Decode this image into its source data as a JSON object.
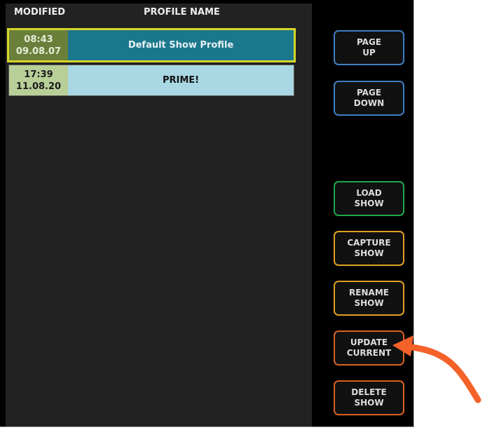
{
  "headers": {
    "modified": "MODIFIED",
    "profile_name": "PROFILE NAME"
  },
  "rows": [
    {
      "time": "08:43",
      "date": "09.08.07",
      "name": "Default Show Profile",
      "selected": true
    },
    {
      "time": "17:39",
      "date": "11.08.20",
      "name": "PRIME!",
      "selected": false
    }
  ],
  "buttons": {
    "page_up": [
      "PAGE",
      "UP"
    ],
    "page_down": [
      "PAGE",
      "DOWN"
    ],
    "load_show": [
      "LOAD",
      "SHOW"
    ],
    "capture_show": [
      "CAPTURE",
      "SHOW"
    ],
    "rename_show": [
      "RENAME",
      "SHOW"
    ],
    "update_current": [
      "UPDATE",
      "CURRENT"
    ],
    "delete_show": [
      "DELETE",
      "SHOW"
    ]
  },
  "colors": {
    "selected_border": "#d6d62a",
    "annotation_arrow": "#f4622a"
  }
}
